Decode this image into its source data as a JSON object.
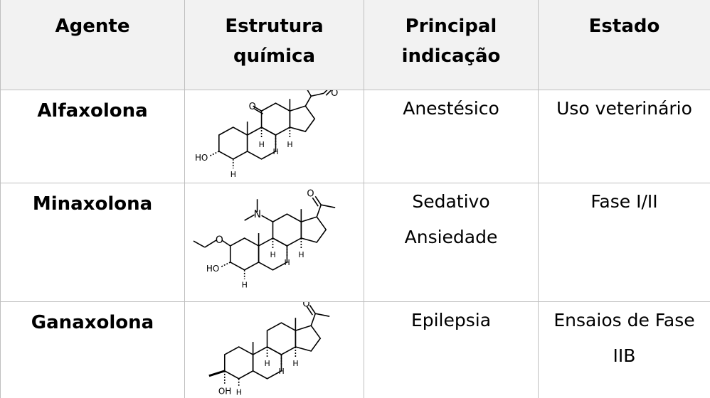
{
  "table": {
    "headers": [
      {
        "line1": "Agente",
        "line2": ""
      },
      {
        "line1": "Estrutura",
        "line2": "química"
      },
      {
        "line1": "Principal",
        "line2": "indicação"
      },
      {
        "line1": "Estado",
        "line2": ""
      }
    ],
    "rows": [
      {
        "agent": "Alfaxolona",
        "indication": [
          "Anestésico"
        ],
        "status": [
          "Uso veterinário"
        ],
        "structure_labels": {
          "o_ketone": "O",
          "o_top": "O",
          "ho": "HO",
          "h1": "H",
          "h2": "H",
          "h3": "H",
          "h4": "H"
        }
      },
      {
        "agent": "Minaxolona",
        "indication": [
          "Sedativo",
          "Ansiedade"
        ],
        "status": [
          "Fase I/II"
        ],
        "structure_labels": {
          "n": "N",
          "o_top": "O",
          "o_ether": "O",
          "ho": "HO",
          "h1": "H",
          "h2": "H",
          "h3": "H",
          "h4": "H"
        }
      },
      {
        "agent": "Ganaxolona",
        "indication": [
          "Epilepsia"
        ],
        "status": [
          "Ensaios de Fase",
          "IIB"
        ],
        "structure_labels": {
          "o_top": "O",
          "oh": "OH",
          "h1": "H",
          "h2": "H",
          "h3": "H",
          "h4": "H"
        }
      }
    ]
  }
}
